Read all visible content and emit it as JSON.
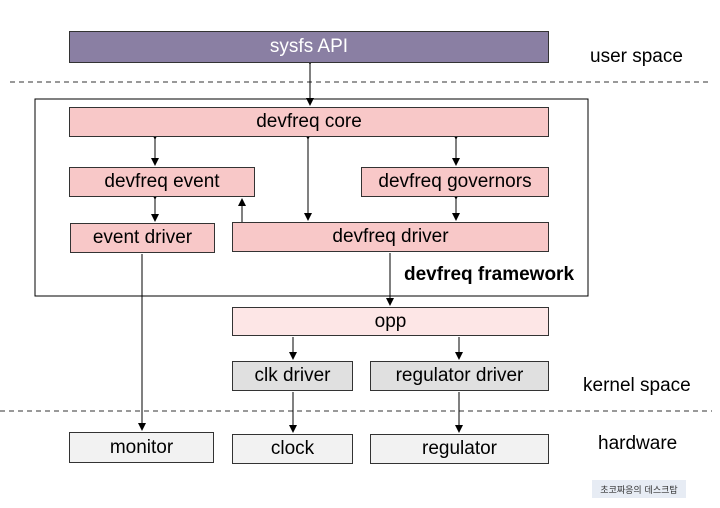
{
  "boxes": {
    "sysfs_api": "sysfs API",
    "devfreq_core": "devfreq core",
    "devfreq_event": "devfreq event",
    "devfreq_governors": "devfreq governors",
    "event_driver": "event driver",
    "devfreq_driver": "devfreq driver",
    "opp": "opp",
    "clk_driver": "clk driver",
    "regulator_driver": "regulator driver",
    "monitor": "monitor",
    "clock": "clock",
    "regulator": "regulator"
  },
  "labels": {
    "user_space": "user space",
    "kernel_space": "kernel space",
    "hardware": "hardware",
    "framework": "devfreq framework"
  },
  "watermark": "초코짜응의 데스크탑",
  "colors": {
    "purple": "#8a7fa3",
    "pink": "#f8c8c8",
    "light_pink": "#fde6e6",
    "gray": "#e0e0e0",
    "light_gray": "#f2f2f2"
  }
}
